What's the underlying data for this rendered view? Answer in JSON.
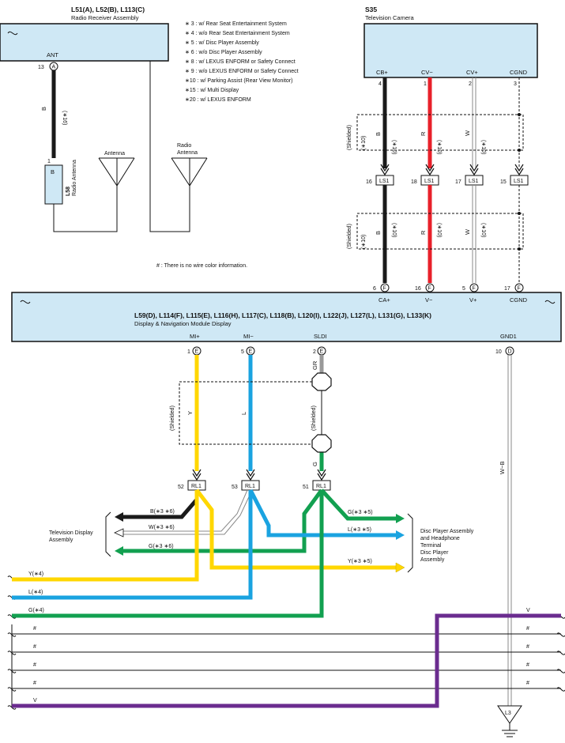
{
  "radio": {
    "header": "L51(A), L52(B), L113(C)",
    "name": "Radio Receiver Assembly",
    "pin_label": "ANT",
    "pin_no": "13",
    "pin_letter": "A",
    "wire_color": "B",
    "wire_note": "(∗16)"
  },
  "radio_antenna": {
    "pin_no": "1",
    "connector_letter": "B",
    "code": "L58",
    "name": "Radio Antenna"
  },
  "antenna_labels": [
    "Antenna",
    "Radio",
    "Antenna"
  ],
  "notes": [
    "∗ 3 : w/ Rear Seat Entertainment System",
    "∗ 4 : w/o Rear Seat Entertainment System",
    "∗ 5 : w/ Disc Player Assembly",
    "∗ 6 : w/o Disc Player Assembly",
    "∗ 8 : w/ LEXUS ENFORM or Safety Connect",
    "∗ 9 : w/o LEXUS ENFORM or Safety Connect",
    "∗10 : w/ Parking Assist (Rear View Monitor)",
    "∗15 : w/ Multi Display",
    "∗20 : w/ LEXUS ENFORM"
  ],
  "hash_note": "# : There is no wire color information.",
  "camera": {
    "code": "S35",
    "name": "Television Camera",
    "pins": [
      {
        "label": "CB+",
        "no": "4"
      },
      {
        "label": "CV−",
        "no": "1"
      },
      {
        "label": "CV+",
        "no": "2"
      },
      {
        "label": "CGND",
        "no": "3"
      }
    ]
  },
  "shielded": "(Shielded)",
  "shield_note": "(∗10)",
  "camera_wire_colors": [
    "B",
    "R",
    "W"
  ],
  "camera_wire_notes": [
    "(∗10)",
    "(∗10)",
    "(∗10)"
  ],
  "ls1": {
    "label": "LS1",
    "pins": [
      "16",
      "18",
      "17",
      "15"
    ]
  },
  "display": {
    "header": "L59(D), L114(F), L115(E), L116(H), L117(C), L118(B), L120(I), L122(J), L127(L), L131(G), L133(K)",
    "name": "Display & Navigation Module Display",
    "top_pins": [
      {
        "no": "6",
        "letter": "F",
        "label": "CA+"
      },
      {
        "no": "16",
        "letter": "F",
        "label": "V−"
      },
      {
        "no": "5",
        "letter": "F",
        "label": "V+"
      },
      {
        "no": "17",
        "letter": "F",
        "label": "CGND"
      }
    ],
    "bottom_pins": [
      {
        "no": "1",
        "letter": "E",
        "label": "MI+"
      },
      {
        "no": "5",
        "letter": "E",
        "label": "MI−"
      },
      {
        "no": "2",
        "letter": "E",
        "label": "SLDI"
      },
      {
        "no": "10",
        "letter": "D",
        "label": "GND1"
      }
    ]
  },
  "lower_wire_colors": {
    "mi_plus": "Y",
    "mi_minus": "L",
    "sldi_top": "GR",
    "sldi_bottom": "G",
    "gnd": "W−B"
  },
  "rl1": {
    "label": "RL1",
    "pins": [
      "52",
      "53",
      "51"
    ]
  },
  "tv_display": [
    "Television Display",
    "Assembly"
  ],
  "left_branch_labels": [
    "B(∗3 ∗6)",
    "W(∗3 ∗6)",
    "G(∗3 ∗6)"
  ],
  "right_branch_labels": [
    "G(∗3 ∗5)",
    "L(∗3 ∗5)",
    "Y(∗3 ∗5)"
  ],
  "disc_player": [
    "Disc Player Assembly",
    "and Headphone",
    "Terminal",
    "Disc Player",
    "Assembly"
  ],
  "bus_labels_left": [
    "Y(∗4)",
    "L(∗4)",
    "G(∗4)",
    "#",
    "#",
    "#",
    "#",
    "V"
  ],
  "bus_labels_right": [
    "V",
    "#",
    "#",
    "#",
    "#"
  ],
  "ground": "L3",
  "colors": {
    "wire_black": "#1a1a1a",
    "wire_red": "#e8202a",
    "wire_yellow": "#ffd700",
    "wire_blue": "#1aa3e0",
    "wire_green": "#12a050",
    "wire_gray": "#999999",
    "wire_violet": "#6b2c8f",
    "box_fill": "#cfe8f5"
  }
}
